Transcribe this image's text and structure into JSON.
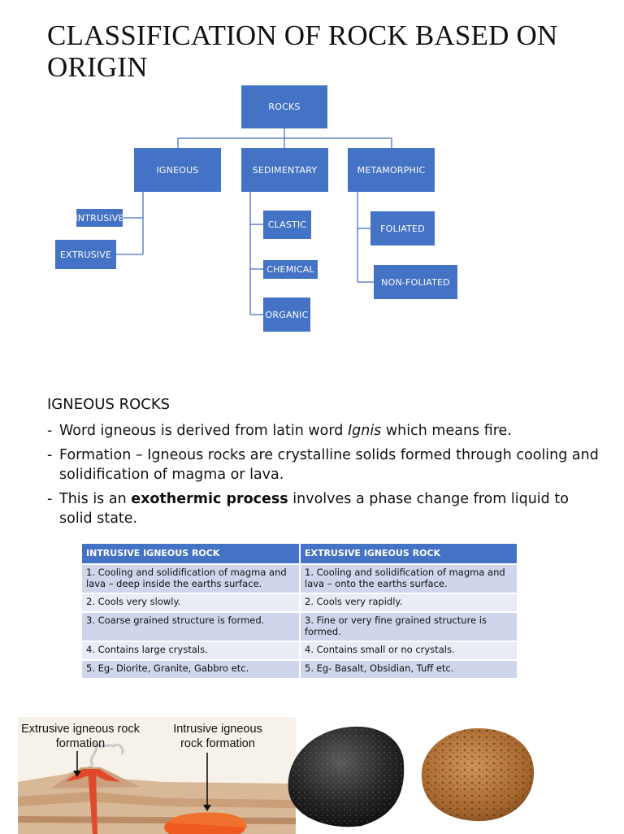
{
  "title": "CLASSIFICATION OF ROCK BASED ON ORIGIN",
  "chart": {
    "root": "ROCKS",
    "categories": [
      {
        "label": "IGNEOUS",
        "children": [
          "INTRUSIVE",
          "EXTRUSIVE"
        ]
      },
      {
        "label": "SEDIMENTARY",
        "children": [
          "CLASTIC",
          "CHEMICAL",
          "ORGANIC"
        ]
      },
      {
        "label": "METAMORPHIC",
        "children": [
          "FOLIATED",
          "NON-FOLIATED"
        ]
      }
    ],
    "colors": {
      "node": "#4472c4",
      "line": "#4472c4"
    }
  },
  "section": {
    "heading": "IGNEOUS ROCKS",
    "bullets": [
      {
        "dash": "-",
        "pre": "Word igneous is derived from latin word ",
        "em": "Ignis",
        "post": " which means fire."
      },
      {
        "dash": "-",
        "pre": "Formation – Igneous rocks are crystalline solids formed through cooling and solidification of magma or lava.",
        "em": "",
        "post": ""
      },
      {
        "dash": "-",
        "pre": "This is an ",
        "strong": "exothermic process",
        "post": " involves a phase change from liquid to solid state."
      }
    ]
  },
  "table": {
    "headers": [
      "INTRUSIVE IGNEOUS ROCK",
      "EXTRUSIVE IGNEOUS ROCK"
    ],
    "rows": [
      [
        "1. Cooling and solidification of magma and lava – deep inside the earths surface.",
        "1. Cooling and solidification of magma and lava – onto the earths surface."
      ],
      [
        "2. Cools very slowly.",
        "2. Cools very rapidly."
      ],
      [
        "3. Coarse grained structure is formed.",
        "3. Fine or very fine grained structure is formed."
      ],
      [
        "4. Contains large crystals.",
        "4.  Contains small or no crystals."
      ],
      [
        "5. Eg- Diorite, Granite, Gabbro etc.",
        "5. Eg- Basalt, Obsidian, Tuff etc."
      ]
    ]
  },
  "diagram": {
    "label_extrusive": "Extrusive igneous rock formation",
    "label_intrusive": "Intrusive igneous rock formation"
  }
}
